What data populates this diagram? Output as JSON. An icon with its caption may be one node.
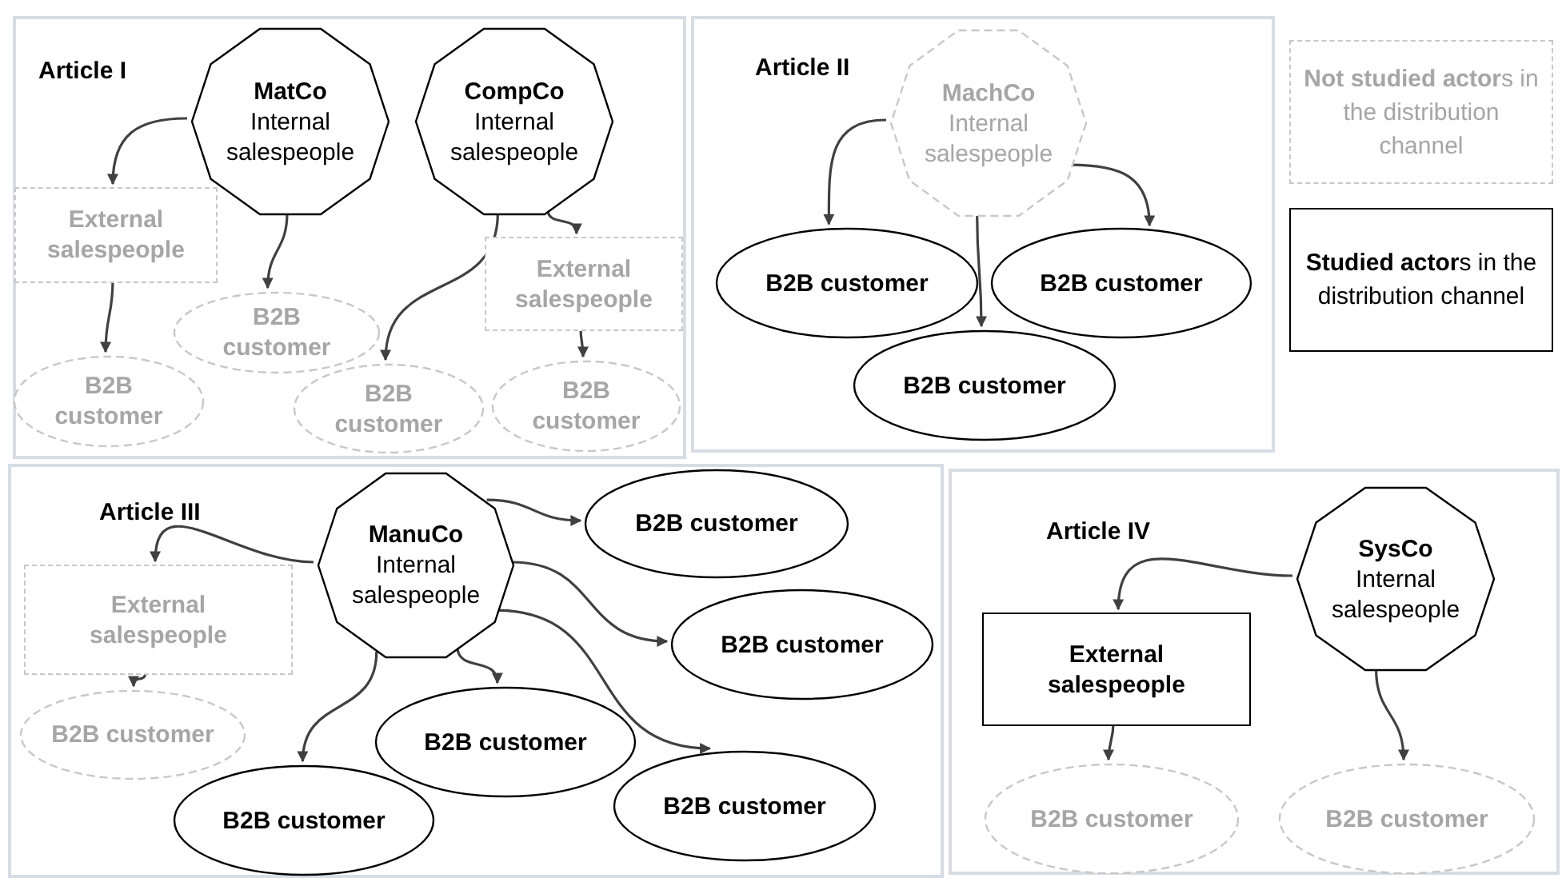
{
  "diagram": {
    "nodes": [
      {
        "text": [
          "Article I"
        ]
      },
      {
        "text": [
          "MatCo",
          "Internal salespeople"
        ],
        "in": 0
      },
      {
        "text": [
          "CompCo",
          "Internal salespeople"
        ],
        "in": 0
      },
      {
        "text": [
          "External salespeople"
        ],
        "in": 0
      },
      {
        "text": [
          "B2B customer"
        ],
        "in": 0
      },
      {
        "text": [
          "B2B customer"
        ],
        "in": 0
      },
      {
        "text": [
          "External salespeople"
        ],
        "in": 0
      },
      {
        "text": [
          "B2B customer"
        ],
        "in": 0
      },
      {
        "text": [
          "B2B customer"
        ],
        "in": 0
      },
      {
        "text": [
          "Article II"
        ]
      },
      {
        "text": [
          "MachCo",
          "Internal salespeople"
        ],
        "in": 9
      },
      {
        "text": [
          "B2B customer"
        ],
        "in": 9
      },
      {
        "text": [
          "B2B customer"
        ],
        "in": 9
      },
      {
        "text": [
          "B2B customer"
        ],
        "in": 9
      },
      {
        "text": [
          "Article III"
        ]
      },
      {
        "text": [
          "ManuCo",
          "Internal salespeople"
        ],
        "in": 14
      },
      {
        "text": [
          "External salespeople"
        ],
        "in": 14
      },
      {
        "text": [
          "B2B customer"
        ],
        "in": 14
      },
      {
        "text": [
          "B2B customer"
        ],
        "in": 14
      },
      {
        "text": [
          "B2B customer"
        ],
        "in": 14
      },
      {
        "text": [
          "B2B customer"
        ],
        "in": 14
      },
      {
        "text": [
          "B2B customer"
        ],
        "in": 14
      },
      {
        "text": [
          "B2B customer"
        ],
        "in": 14
      },
      {
        "text": [
          "Article IV"
        ]
      },
      {
        "text": [
          "SysCo",
          "Internal salespeople"
        ],
        "in": 23
      },
      {
        "text": [
          "External salespeople"
        ],
        "in": 23
      },
      {
        "text": [
          "B2B customer"
        ],
        "in": 23
      },
      {
        "text": [
          "B2B customer"
        ],
        "in": 23
      }
    ],
    "edges": [
      {
        "from": 1,
        "to": 3,
        "arrow": "to"
      },
      {
        "from": 3,
        "to": 4,
        "arrow": "to"
      },
      {
        "from": 1,
        "to": 5,
        "arrow": "to"
      },
      {
        "from": 2,
        "to": 7,
        "arrow": "to"
      },
      {
        "from": 2,
        "to": 6,
        "arrow": "to"
      },
      {
        "from": 6,
        "to": 8,
        "arrow": "to"
      },
      {
        "from": 10,
        "to": 11,
        "arrow": "to"
      },
      {
        "from": 10,
        "to": 13,
        "arrow": "to"
      },
      {
        "from": 10,
        "to": 12,
        "arrow": "to"
      },
      {
        "from": 15,
        "to": 16,
        "arrow": "to"
      },
      {
        "from": 16,
        "to": 17,
        "arrow": "to"
      },
      {
        "from": 15,
        "to": 18,
        "arrow": "to"
      },
      {
        "from": 15,
        "to": 19,
        "arrow": "to"
      },
      {
        "from": 15,
        "to": 20,
        "arrow": "to"
      },
      {
        "from": 15,
        "to": 21,
        "arrow": "to"
      },
      {
        "from": 15,
        "to": 22,
        "arrow": "to"
      },
      {
        "from": 24,
        "to": 25,
        "arrow": "to"
      },
      {
        "from": 25,
        "to": 26,
        "arrow": "to"
      },
      {
        "from": 24,
        "to": 27,
        "arrow": "to"
      }
    ],
    "legend": [
      {
        "text": "**Not studied actor**s in the distribution channel"
      },
      {
        "text": "**Studied actor**s in the distribution channel"
      }
    ]
  }
}
